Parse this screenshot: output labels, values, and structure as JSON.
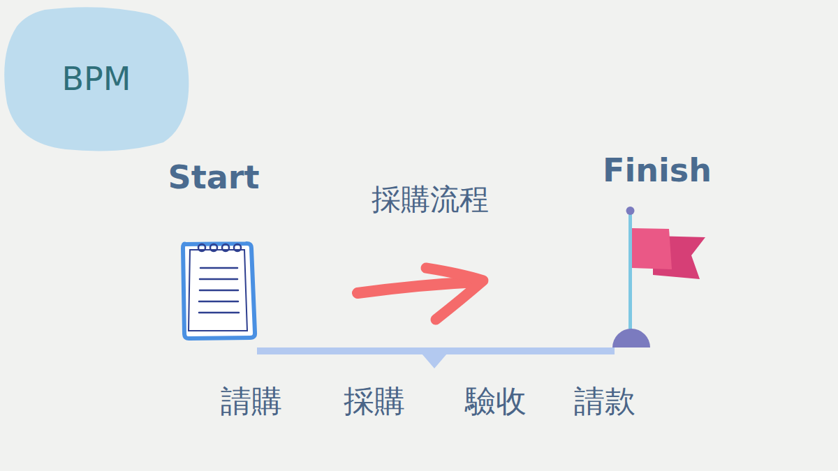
{
  "diagram": {
    "title": "採購流程",
    "nodes": [
      {
        "text": [
          "BPM"
        ]
      }
    ],
    "labels": [
      "Start",
      "Finish",
      "請購",
      "採購",
      "驗收",
      "請款"
    ]
  }
}
